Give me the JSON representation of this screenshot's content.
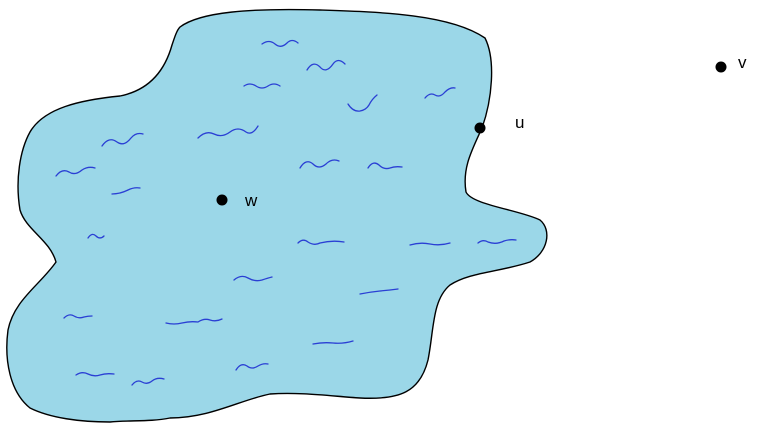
{
  "colors": {
    "water_fill": "#9bd7e8",
    "outline": "#000000",
    "wave_stroke": "#2a3fd4",
    "point": "#000000"
  },
  "points": {
    "w": {
      "label": "w"
    },
    "u": {
      "label": "u"
    },
    "v": {
      "label": "v"
    }
  }
}
